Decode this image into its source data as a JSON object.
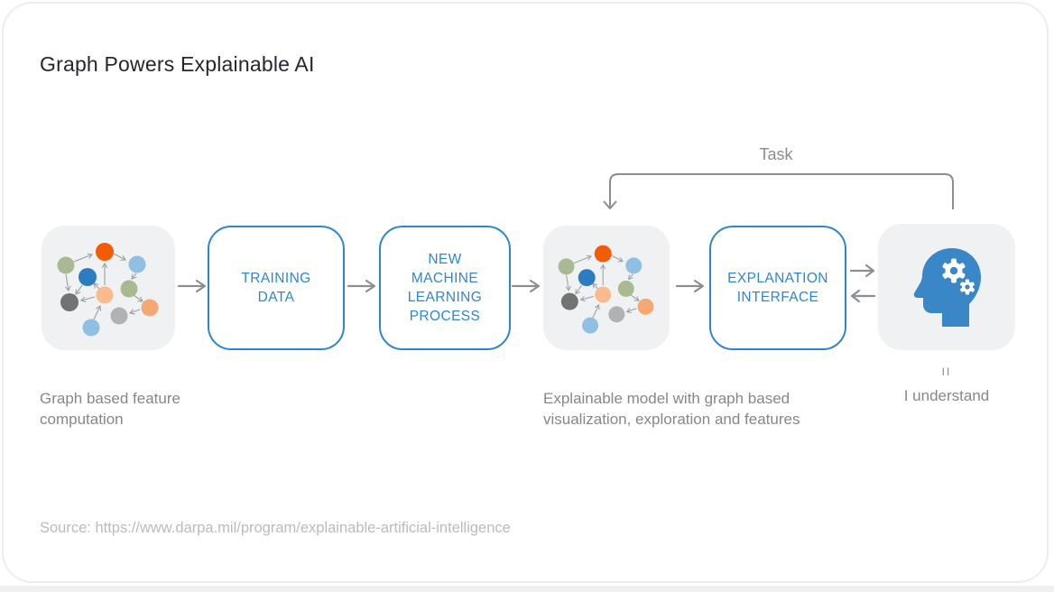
{
  "title": "Graph Powers Explainable AI",
  "flow": {
    "training_data_label": "TRAINING DATA",
    "ml_process_label": "NEW MACHINE LEARNING PROCESS",
    "explanation_interface_label": "EXPLANATION INTERFACE",
    "task_label": "Task",
    "equals_mark": "II",
    "i_understand_label": "I understand"
  },
  "captions": {
    "graph_feature": "Graph based feature computation",
    "explainable_model": "Explainable model with graph based visualization, exploration and features"
  },
  "source": "Source: https://www.darpa.mil/program/explainable-artificial-intelligence",
  "icons": [
    "graph-network-icon",
    "human-head-gears-icon",
    "arrow-right-icon",
    "arrow-left-icon",
    "task-return-bracket-icon"
  ],
  "colors": {
    "accent_blue": "#2e86cf",
    "head_blue": "#3a87c8",
    "tile_bg": "#f0f1f2",
    "arrow_gray": "#8c8f92",
    "bracket_gray": "#8a8d90",
    "edge_gray": "#9aa0a3",
    "card_border": "#ededef",
    "title_text": "#23272e",
    "caption_text": "#85878a",
    "source_text": "#b9bbbd",
    "node_orange": "#f25c07",
    "node_light_blue": "#8fc0e4",
    "node_green": "#a9ba92",
    "node_blue": "#2b7cc0",
    "node_peach": "#f9ba8d",
    "node_peach_dark": "#f5a873",
    "node_dark_gray": "#737373",
    "node_gray": "#b0b2b3"
  }
}
